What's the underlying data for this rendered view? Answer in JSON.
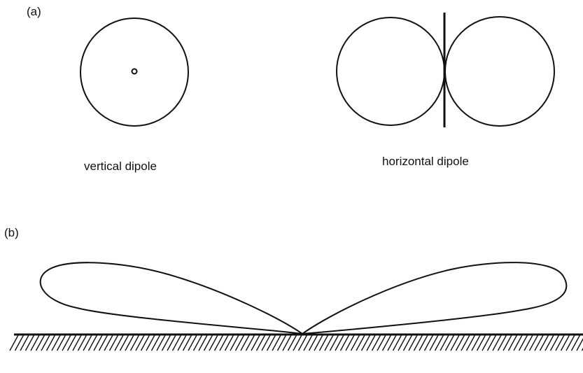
{
  "panels": {
    "a": {
      "label": "(a)",
      "left_caption": "vertical dipole",
      "right_caption": "horizontal dipole"
    },
    "b": {
      "label": "(b)"
    }
  }
}
